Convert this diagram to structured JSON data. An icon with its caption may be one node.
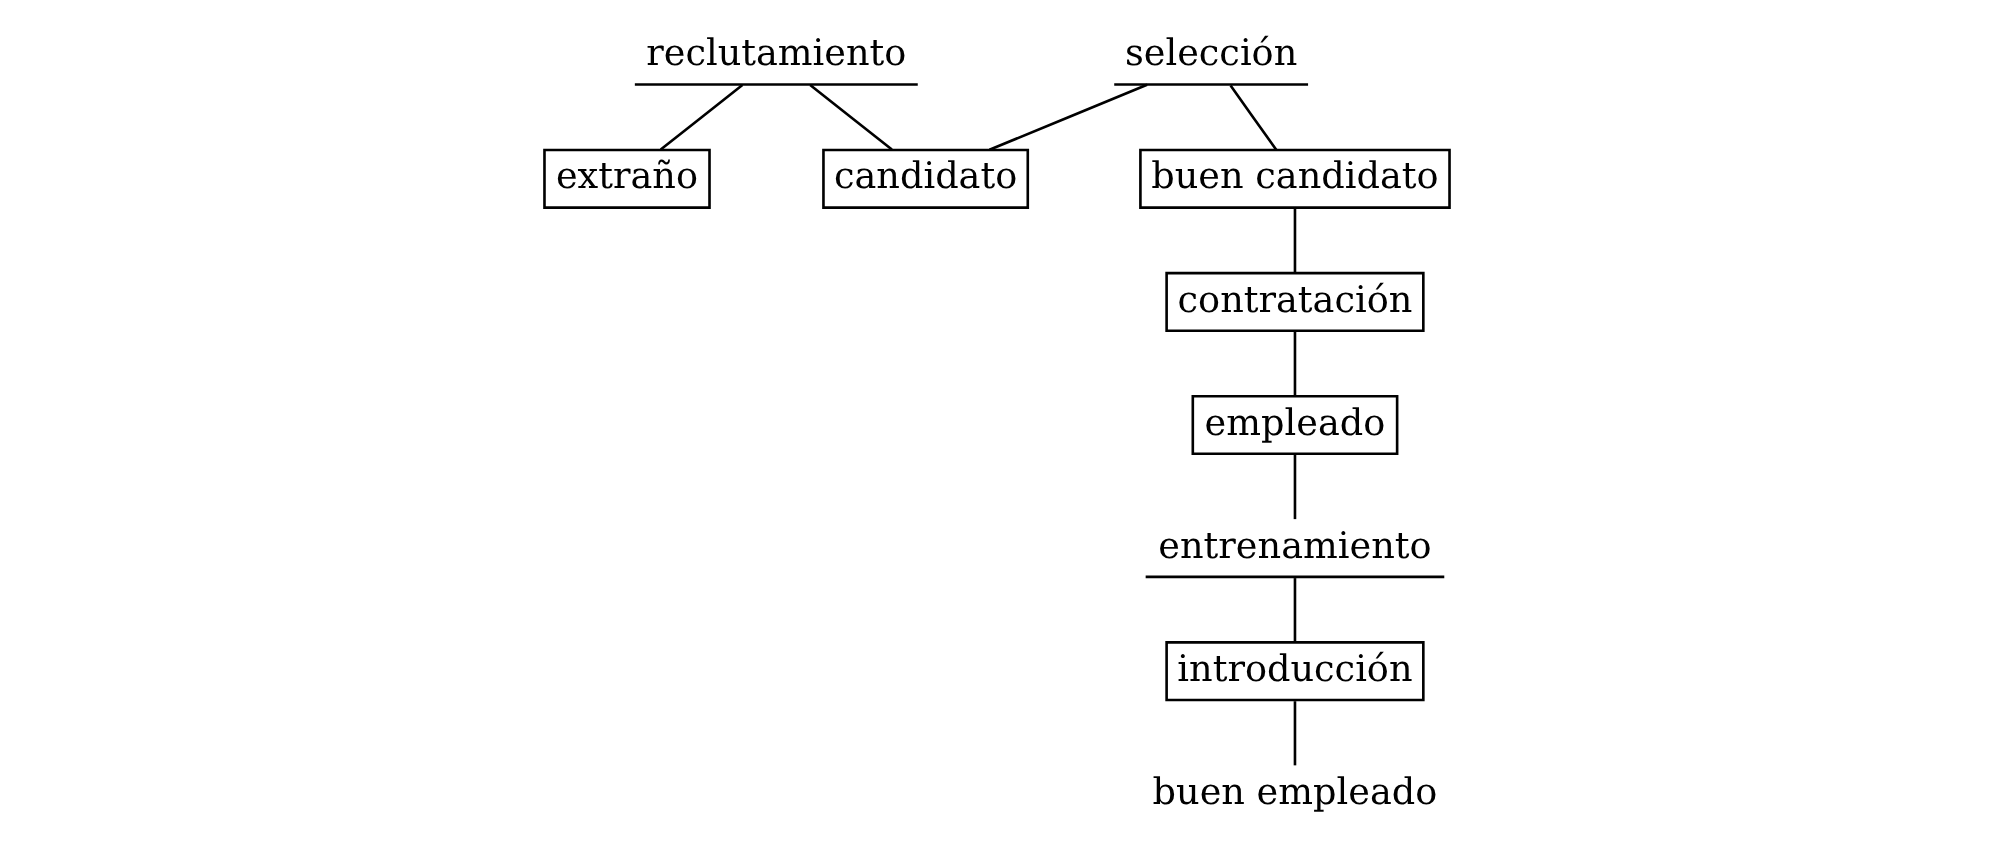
{
  "diagram": {
    "nodes": [
      {
        "text": [
          "reclutamiento"
        ]
      },
      {
        "text": [
          "selección"
        ]
      },
      {
        "text": [
          "extraño"
        ]
      },
      {
        "text": [
          "candidato"
        ]
      },
      {
        "text": [
          "buen candidato"
        ]
      },
      {
        "text": [
          "contratación"
        ]
      },
      {
        "text": [
          "empleado"
        ]
      },
      {
        "text": [
          "entrenamiento"
        ]
      },
      {
        "text": [
          "introducción"
        ]
      },
      {
        "text": [
          "buen empleado"
        ]
      }
    ],
    "edges": [
      {
        "from": 0,
        "to": 2,
        "arrow": "none"
      },
      {
        "from": 0,
        "to": 3,
        "arrow": "none"
      },
      {
        "from": 1,
        "to": 3,
        "arrow": "none"
      },
      {
        "from": 1,
        "to": 4,
        "arrow": "none"
      },
      {
        "from": 4,
        "to": 5,
        "arrow": "none"
      },
      {
        "from": 5,
        "to": 6,
        "arrow": "none"
      },
      {
        "from": 6,
        "to": 7,
        "arrow": "none"
      },
      {
        "from": 7,
        "to": 8,
        "arrow": "none"
      },
      {
        "from": 8,
        "to": 9,
        "arrow": "none"
      }
    ]
  }
}
